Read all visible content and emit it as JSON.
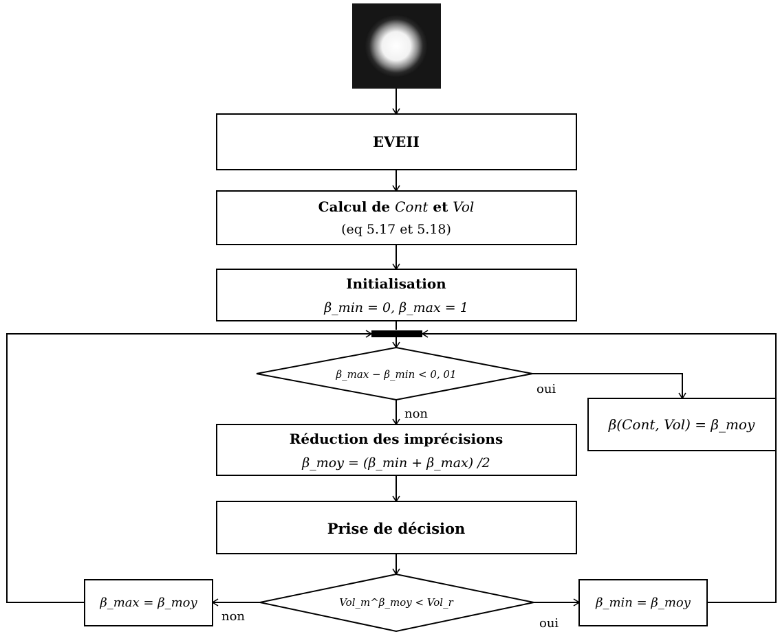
{
  "nodes": {
    "eveii": "EVEII",
    "calcul": {
      "line1_prefix": "Calcul de ",
      "cont": "Cont",
      "et": " et ",
      "vol": "Vol",
      "line2": "(eq 5.17 et 5.18)"
    },
    "init": {
      "title": "Initialisation",
      "formula": "β_min = 0,  β_max = 1"
    },
    "condition1": "β_max − β_min < 0, 01",
    "result": "β(Cont, Vol) = β_moy",
    "reduction": {
      "title": "Réduction des imprécisions",
      "formula": "β_moy = (β_min + β_max) /2"
    },
    "decision": "Prise de décision",
    "condition2": "Vol_m^β_moy < Vol_r",
    "set_max": "β_max = β_moy",
    "set_min": "β_min = β_moy"
  },
  "edge_labels": {
    "oui1": "oui",
    "non1": "non",
    "non2": "non",
    "oui2": "oui"
  }
}
